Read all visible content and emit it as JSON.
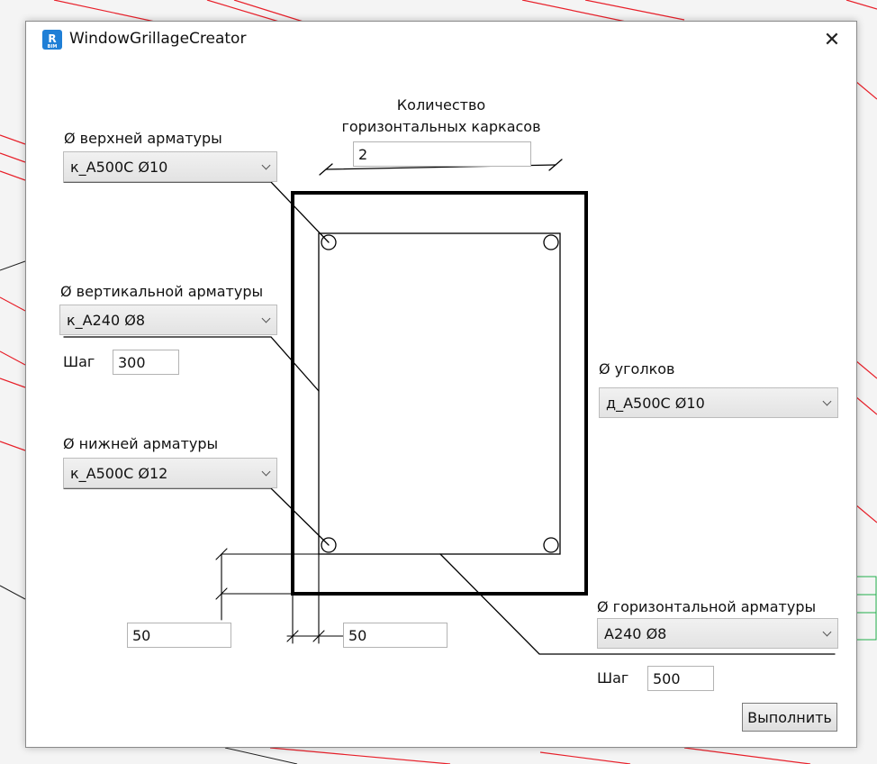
{
  "window": {
    "title": "WindowGrillageCreator",
    "app_icon_letter": "R",
    "app_icon_sub": "BIM"
  },
  "horizontal_frames": {
    "label": "Количество горизонтальных каркасов",
    "value": "2"
  },
  "top_rebar": {
    "label": "Ø верхней арматуры",
    "selected": "к_А500С Ø10"
  },
  "vertical_rebar": {
    "label": "Ø вертикальной арматуры",
    "selected": "к_А240 Ø8",
    "step_label": "Шаг",
    "step_value": "300"
  },
  "bottom_rebar": {
    "label": "Ø нижней арматуры",
    "selected": "к_А500С Ø12"
  },
  "corners": {
    "label": "Ø уголков",
    "selected": "д_А500С Ø10"
  },
  "horizontal_rebar": {
    "label": "Ø горизонтальной арматуры",
    "selected": "А240 Ø8",
    "step_label": "Шаг",
    "step_value": "500"
  },
  "cover": {
    "vertical_value": "50",
    "horizontal_value": "50"
  },
  "run_button": "Выполнить",
  "colors": {
    "cad_line": "#e8202a",
    "section_line": "#000000"
  }
}
